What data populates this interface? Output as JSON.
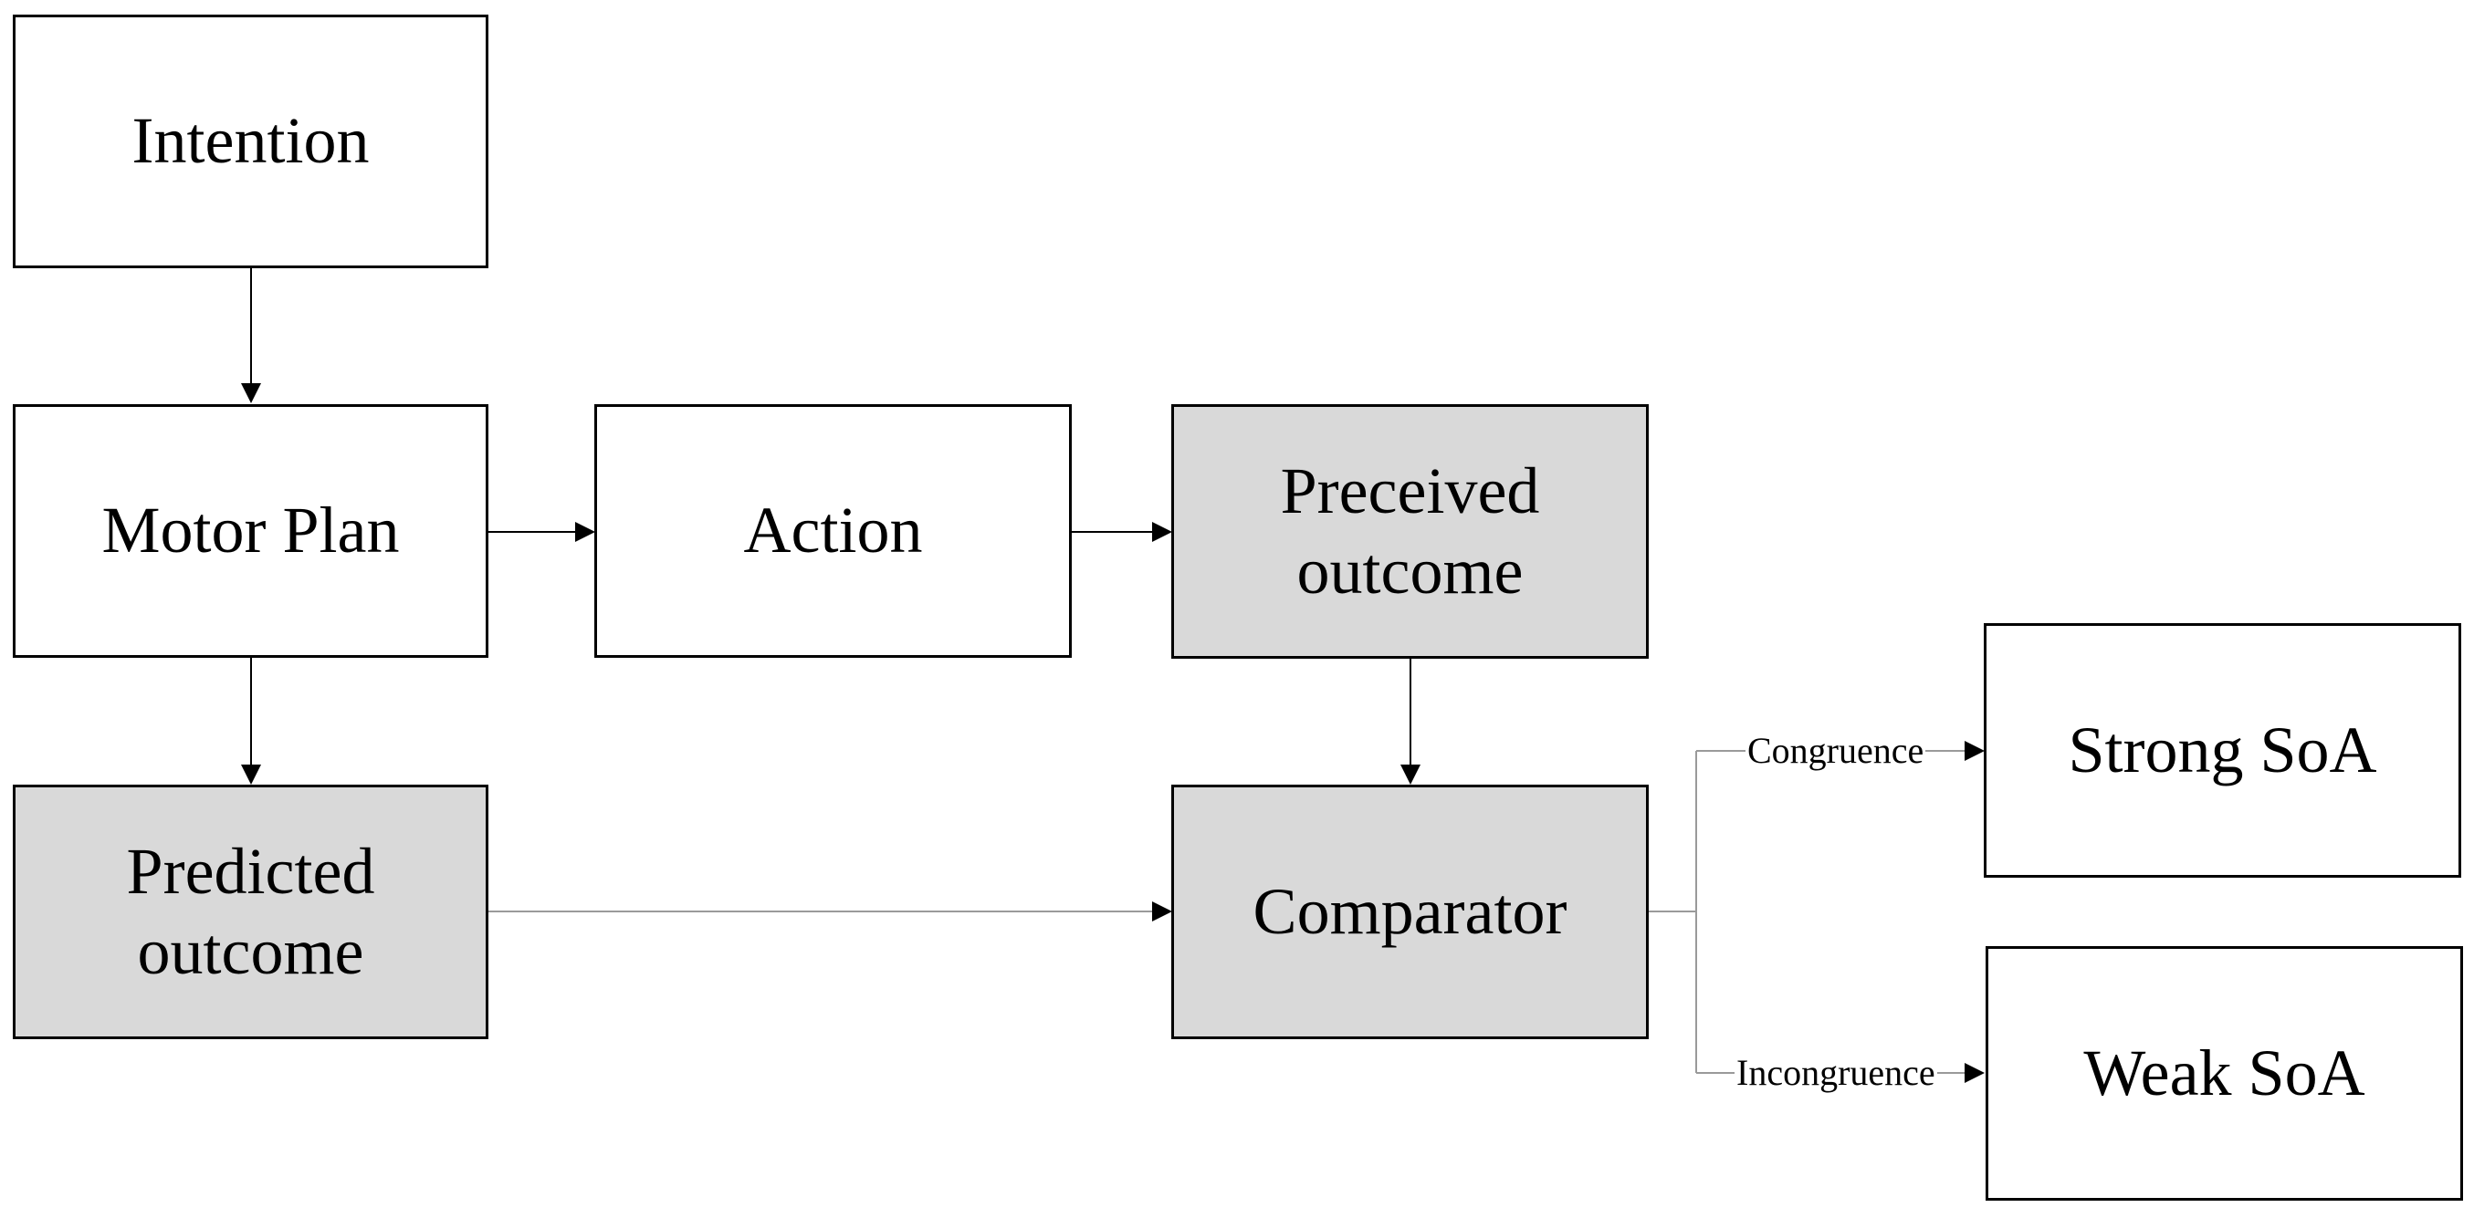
{
  "colors": {
    "shaded_fill": "#d9d9d9",
    "plain_fill": "#ffffff",
    "stroke": "#000000"
  },
  "nodes": {
    "intention": "Intention",
    "motor_plan": "Motor Plan",
    "action": "Action",
    "perceived_outcome": "Preceived\noutcome",
    "predicted_outcome": "Predicted\noutcome",
    "comparator": "Comparator",
    "strong_soa": "Strong SoA",
    "weak_soa": "Weak SoA"
  },
  "edges": {
    "congruence_label": "Congruence",
    "incongruence_label": "Incongruence"
  }
}
